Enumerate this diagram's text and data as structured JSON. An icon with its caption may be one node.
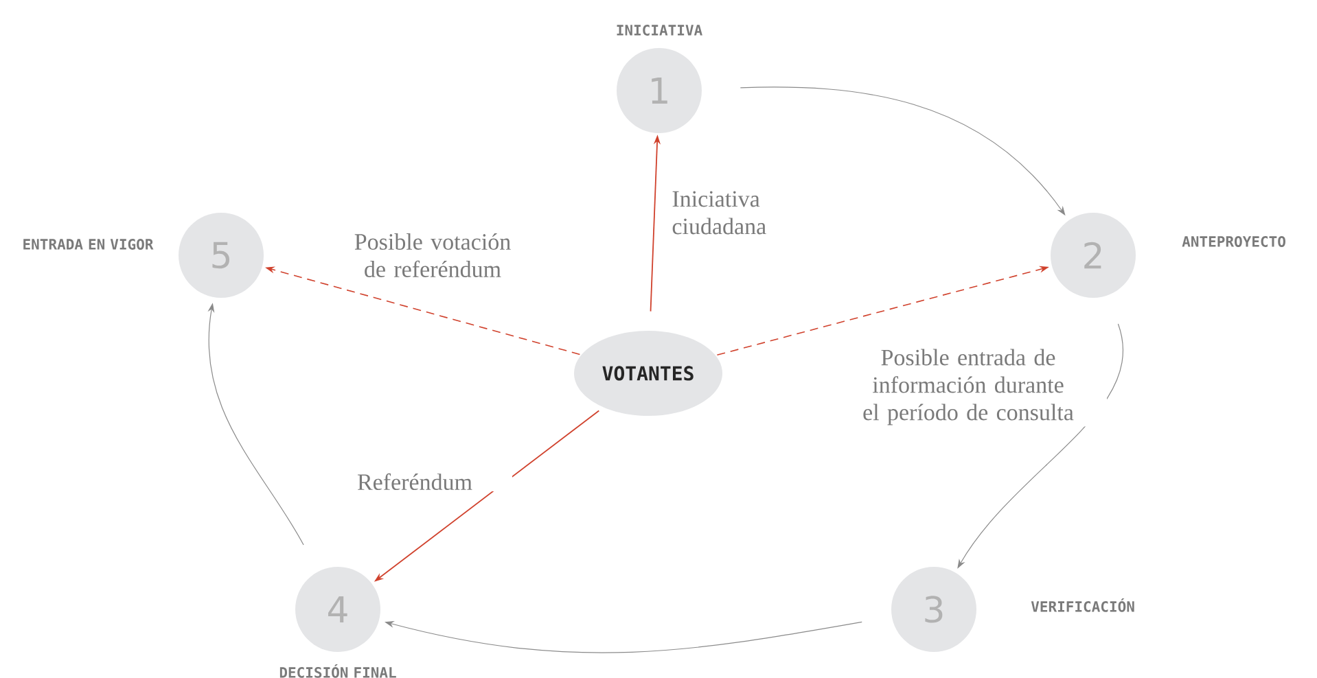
{
  "diagram": {
    "nodes": [
      {
        "text": [
          "1"
        ],
        "beside": [
          "INICIATIVA"
        ]
      },
      {
        "text": [
          "2"
        ],
        "beside": [
          "ANTEPROYECTO"
        ]
      },
      {
        "text": [
          "3"
        ],
        "beside": [
          "VERIFICACIÓN"
        ]
      },
      {
        "text": [
          "4"
        ],
        "beside": [
          "DECISIÓN FINAL"
        ]
      },
      {
        "text": [
          "5"
        ],
        "beside": [
          "ENTRADA EN VIGOR"
        ]
      },
      {
        "text": [
          "VOTANTES"
        ]
      }
    ],
    "edges": [
      {
        "from": 0,
        "to": 1,
        "arrow": "to"
      },
      {
        "from": 1,
        "to": 2,
        "arrow": "to"
      },
      {
        "from": 2,
        "to": 3,
        "arrow": "to"
      },
      {
        "from": 3,
        "to": 4,
        "arrow": "to"
      },
      {
        "from": 5,
        "to": 0,
        "arrow": "to",
        "label": "Iniciativa ciudadana",
        "color": "#d0412c"
      },
      {
        "from": 5,
        "to": 4,
        "arrow": "to",
        "label": "Posible votación de referéndum",
        "style": "dashed",
        "color": "#d0412c"
      },
      {
        "from": 5,
        "to": 1,
        "arrow": "to",
        "label": "Posible entrada de información durante el período de consulta",
        "style": "dashed",
        "color": "#d0412c"
      },
      {
        "from": 5,
        "to": 3,
        "arrow": "to",
        "label": "Referéndum",
        "color": "#d0412c"
      }
    ]
  }
}
